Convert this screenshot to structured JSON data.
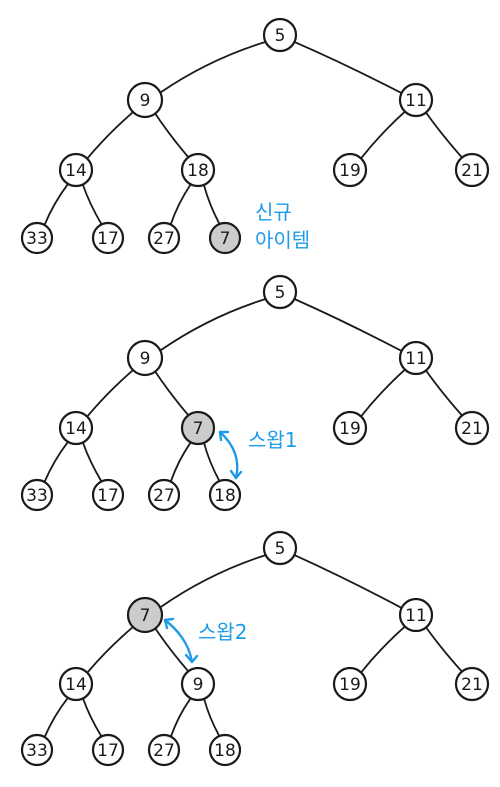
{
  "colors": {
    "node_fill": "#ffffff",
    "highlight_fill": "#cccccc",
    "stroke": "#1a1a1a",
    "annotation": "#1e9be8"
  },
  "trees": [
    {
      "nodes": [
        "5",
        "9",
        "11",
        "14",
        "18",
        "19",
        "21",
        "33",
        "17",
        "27",
        "7"
      ],
      "highlight_index": 10,
      "annotation_lines": [
        "신규",
        "아이템"
      ]
    },
    {
      "nodes": [
        "5",
        "9",
        "11",
        "14",
        "7",
        "19",
        "21",
        "33",
        "17",
        "27",
        "18"
      ],
      "highlight_index": 4,
      "annotation_lines": [
        "스왑1"
      ]
    },
    {
      "nodes": [
        "5",
        "7",
        "11",
        "14",
        "9",
        "19",
        "21",
        "33",
        "17",
        "27",
        "18"
      ],
      "highlight_index": 1,
      "annotation_lines": [
        "스왑2"
      ]
    }
  ]
}
